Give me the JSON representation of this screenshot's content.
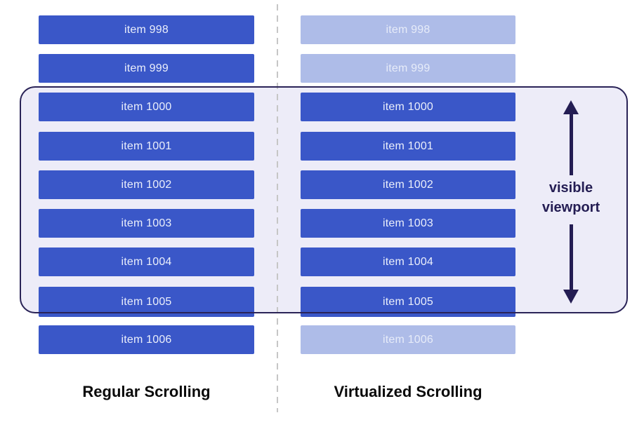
{
  "columns": {
    "left": {
      "caption": "Regular Scrolling",
      "items": [
        {
          "label": "item 998",
          "state": "rendered"
        },
        {
          "label": "item 999",
          "state": "rendered"
        },
        {
          "label": "item 1000",
          "state": "rendered"
        },
        {
          "label": "item 1001",
          "state": "rendered"
        },
        {
          "label": "item 1002",
          "state": "rendered"
        },
        {
          "label": "item 1003",
          "state": "rendered"
        },
        {
          "label": "item 1004",
          "state": "rendered"
        },
        {
          "label": "item 1005",
          "state": "rendered"
        },
        {
          "label": "item 1006",
          "state": "rendered"
        }
      ]
    },
    "right": {
      "caption": "Virtualized Scrolling",
      "items": [
        {
          "label": "item 998",
          "state": "virtualized"
        },
        {
          "label": "item 999",
          "state": "virtualized"
        },
        {
          "label": "item 1000",
          "state": "rendered"
        },
        {
          "label": "item 1001",
          "state": "rendered"
        },
        {
          "label": "item 1002",
          "state": "rendered"
        },
        {
          "label": "item 1003",
          "state": "rendered"
        },
        {
          "label": "item 1004",
          "state": "rendered"
        },
        {
          "label": "item 1005",
          "state": "rendered"
        },
        {
          "label": "item 1006",
          "state": "virtualized"
        }
      ]
    }
  },
  "viewport": {
    "label_line1": "visible",
    "label_line2": "viewport"
  },
  "colors": {
    "bar_active": "#3a57c8",
    "bar_virtualized": "#aebce8",
    "bar_text": "#ebeffb",
    "viewport_fill": "#edecf8",
    "viewport_border": "#2a2357",
    "arrow": "#241d53",
    "divider": "#c6c6c6",
    "caption_text": "#0a0a0a"
  }
}
